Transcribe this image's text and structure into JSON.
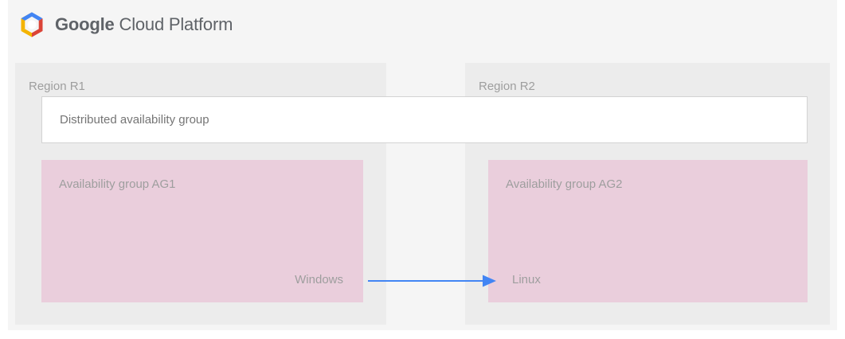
{
  "header": {
    "logo_icon": "google-cloud-platform-hexagon-logo",
    "brand": "Google",
    "product": "Cloud Platform",
    "logo_colors": {
      "blue": "#4285f4",
      "red": "#db4437",
      "yellow": "#f4b400",
      "center": "#ffffff"
    }
  },
  "diagram": {
    "type": "architecture-diagram",
    "background": "#f5f5f5",
    "regions": [
      {
        "id": "r1",
        "label": "Region R1",
        "background": "#ececec",
        "availability_group": {
          "title": "Availability group AG1",
          "os": "Windows",
          "os_align": "right",
          "fill": "#eacedc"
        }
      },
      {
        "id": "r2",
        "label": "Region R2",
        "background": "#ececec",
        "availability_group": {
          "title": "Availability group AG2",
          "os": "Linux",
          "os_align": "left",
          "fill": "#eacedc"
        }
      }
    ],
    "distributed_group": {
      "label": "Distributed availability group",
      "fill": "#ffffff",
      "border": "#d3d3d3"
    },
    "connector": {
      "name": "replication-arrow",
      "from": "Availability group AG1",
      "to": "Availability group AG2",
      "direction": "left-to-right",
      "color": "#4285f4"
    }
  }
}
